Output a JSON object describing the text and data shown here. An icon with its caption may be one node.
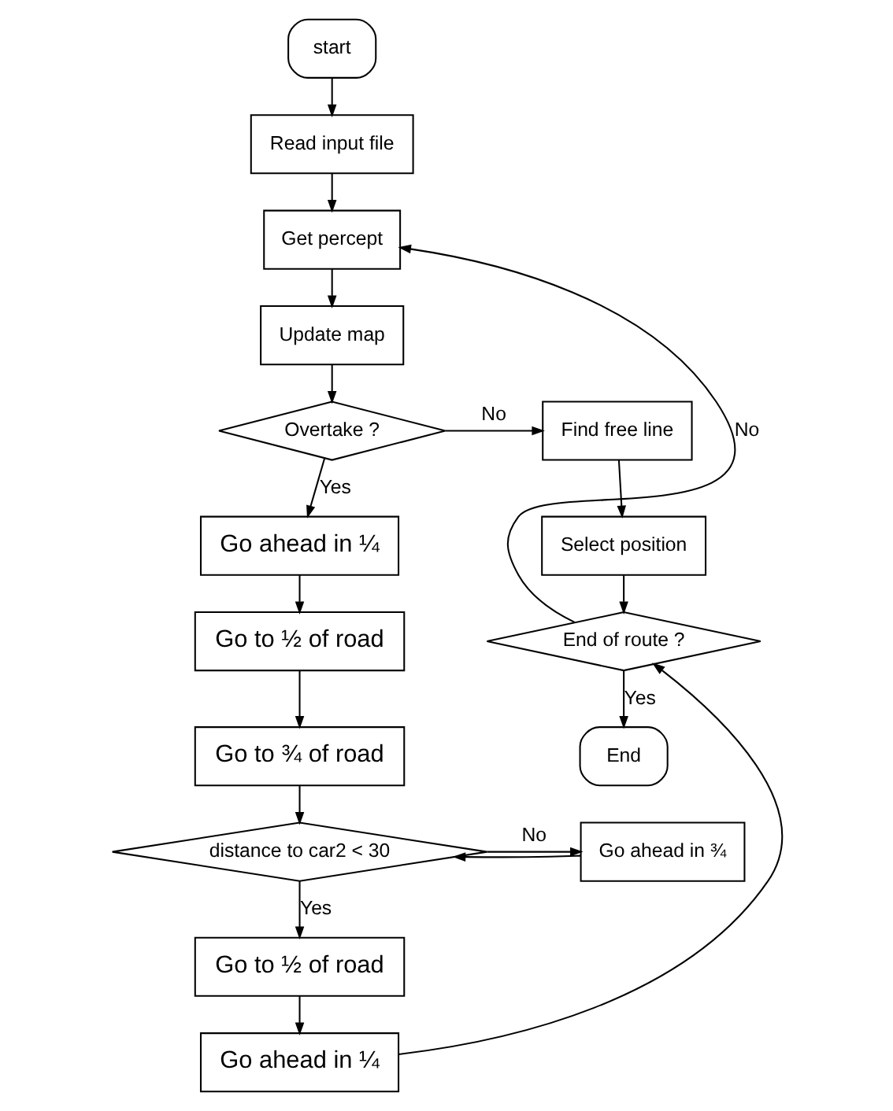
{
  "diagram": {
    "nodes": [
      {
        "text": [
          "start"
        ]
      },
      {
        "text": [
          "Read input file"
        ]
      },
      {
        "text": [
          "Get percept"
        ]
      },
      {
        "text": [
          "Update map"
        ]
      },
      {
        "text": [
          "Overtake ?"
        ]
      },
      {
        "text": [
          "Find free line"
        ]
      },
      {
        "text": [
          "Select position"
        ]
      },
      {
        "text": [
          "End of route ?"
        ]
      },
      {
        "text": [
          "End"
        ]
      },
      {
        "text": [
          "Go ahead in ¼"
        ]
      },
      {
        "text": [
          "Go to ½ of road"
        ]
      },
      {
        "text": [
          "Go to ¾ of road"
        ]
      },
      {
        "text": [
          "distance to car2 < 30"
        ]
      },
      {
        "text": [
          "Go ahead in ¾"
        ]
      },
      {
        "text": [
          "Go to ½ of road"
        ]
      },
      {
        "text": [
          "Go ahead in ¼"
        ]
      }
    ],
    "edges": [
      {
        "from": 0,
        "to": 1,
        "arrow": "to"
      },
      {
        "from": 1,
        "to": 2,
        "arrow": "to"
      },
      {
        "from": 2,
        "to": 3,
        "arrow": "to"
      },
      {
        "from": 3,
        "to": 4,
        "arrow": "to"
      },
      {
        "from": 4,
        "to": 5,
        "arrow": "to",
        "label": "No"
      },
      {
        "from": 5,
        "to": 6,
        "arrow": "to"
      },
      {
        "from": 6,
        "to": 7,
        "arrow": "to"
      },
      {
        "from": 7,
        "to": 2,
        "arrow": "to",
        "label": "No"
      },
      {
        "from": 7,
        "to": 8,
        "arrow": "to",
        "label": "Yes"
      },
      {
        "from": 4,
        "to": 9,
        "arrow": "to",
        "label": "Yes"
      },
      {
        "from": 9,
        "to": 10,
        "arrow": "to"
      },
      {
        "from": 10,
        "to": 11,
        "arrow": "to"
      },
      {
        "from": 11,
        "to": 12,
        "arrow": "to"
      },
      {
        "from": 12,
        "to": 13,
        "arrow": "to",
        "label": "No"
      },
      {
        "from": 13,
        "to": 12,
        "arrow": "to"
      },
      {
        "from": 12,
        "to": 14,
        "arrow": "to",
        "label": "Yes"
      },
      {
        "from": 14,
        "to": 15,
        "arrow": "to"
      },
      {
        "from": 15,
        "to": 7,
        "arrow": "to"
      }
    ]
  }
}
